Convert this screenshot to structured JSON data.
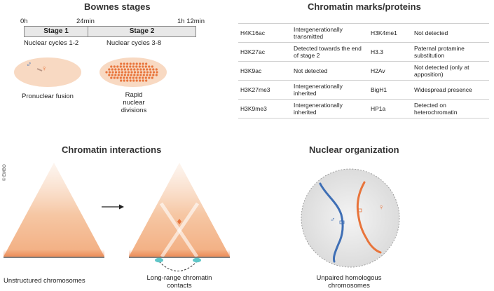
{
  "bownes": {
    "title": "Bownes stages",
    "ticks": [
      "0h",
      "24min",
      "1h 12min"
    ],
    "stage1": "Stage 1",
    "stage2": "Stage 2",
    "cycles1": "Nuclear cycles 1-2",
    "cycles2": "Nuclear cycles 3-8",
    "fusion_label": "Pronuclear fusion",
    "divisions_label": "Rapid nuclear divisions",
    "male_symbol": "♂",
    "female_symbol": "♀"
  },
  "marks": {
    "title": "Chromatin marks/proteins",
    "rows": [
      {
        "mark1": "H4K16ac",
        "status1": "Intergenerationally transmitted",
        "mark2": "H3K4me1",
        "status2": "Not detected"
      },
      {
        "mark1": "H3K27ac",
        "status1": "Detected towards the end of stage 2",
        "mark2": "H3.3",
        "status2": "Paternal protamine substitution"
      },
      {
        "mark1": "H3K9ac",
        "status1": "Not detected",
        "mark2": "H2Av",
        "status2": "Not detected (only at apposition)"
      },
      {
        "mark1": "H3K27me3",
        "status1": "Intergenerationally inherited",
        "mark2": "BigH1",
        "status2": "Widespread presence"
      },
      {
        "mark1": "H3K9me3",
        "status1": "Intergenerationally inherited",
        "mark2": "HP1a",
        "status2": "Detected on heterochromatin"
      }
    ]
  },
  "interactions": {
    "title": "Chromatin interactions",
    "label_left": "Unstructured chromosomes",
    "label_right": "Long-range chromatin contacts"
  },
  "nuclear": {
    "title": "Nuclear organization",
    "label": "Unpaired homologous chromosomes",
    "male_symbol": "♂",
    "female_symbol": "♀"
  },
  "copyright": "© EMBO",
  "colors": {
    "orange": "#e8743b",
    "blue": "#3f6fb5",
    "peach": "#f8d9c2",
    "teal": "#5fc6c8"
  }
}
